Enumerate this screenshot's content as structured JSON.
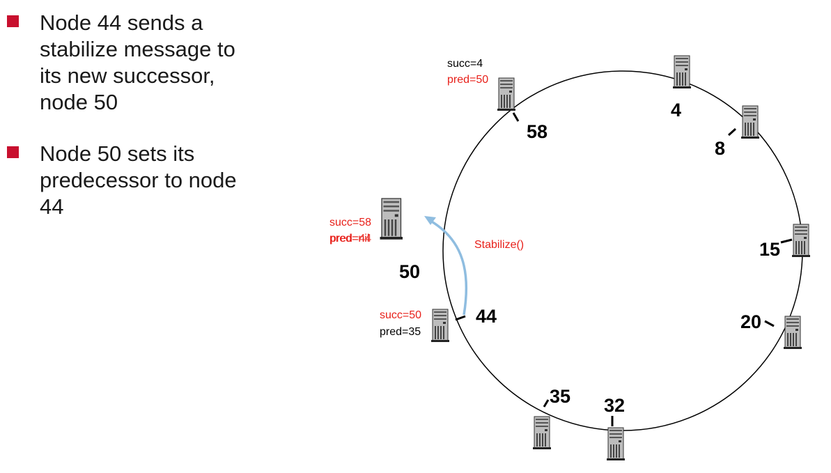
{
  "bullets": [
    {
      "text": "Node 44 sends a\nstabilize message to\nits new successor,\nnode 50"
    },
    {
      "text": "Node 50 sets its\npredecessor to node\n44"
    }
  ],
  "nodes": {
    "n4": "4",
    "n8": "8",
    "n15": "15",
    "n20": "20",
    "n32": "32",
    "n35": "35",
    "n44": "44",
    "n50": "50",
    "n58": "58"
  },
  "labels": {
    "n58_succ": "succ=4",
    "n58_pred": "pred=50",
    "n50_succ": "succ=58",
    "n50_pred_old": "pred=nil",
    "n50_pred_new": "pred=44",
    "n44_succ": "succ=50",
    "n44_pred": "pred=35",
    "stabilize": "Stabilize()"
  },
  "colors": {
    "accent": "#c8102e",
    "label_red": "#e8201a",
    "arrow": "#8fbde0"
  }
}
